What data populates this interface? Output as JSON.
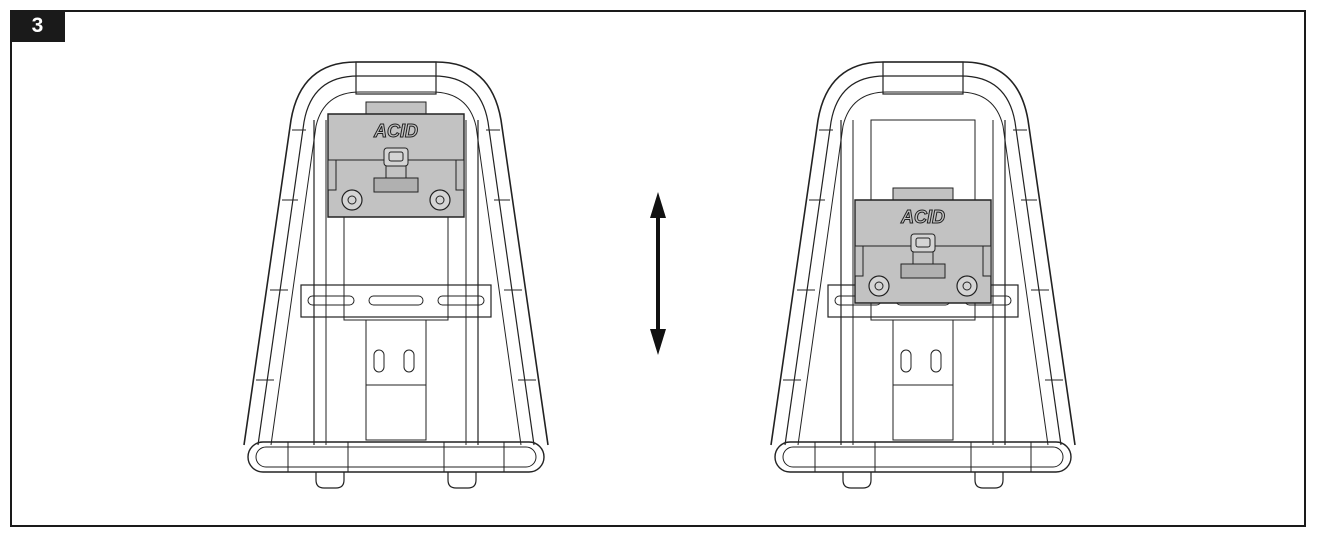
{
  "step": {
    "number": "3"
  },
  "figures": [
    {
      "id": "rack-mount-upper",
      "logo_text": "ACID"
    },
    {
      "id": "rack-mount-lower",
      "logo_text": "ACID"
    }
  ],
  "indicator": {
    "icon": "double-arrow-vertical-icon"
  },
  "colors": {
    "frame": "#1a1a1a",
    "bracket": "#c2c2c2",
    "line": "#222222",
    "paper": "#ffffff"
  }
}
